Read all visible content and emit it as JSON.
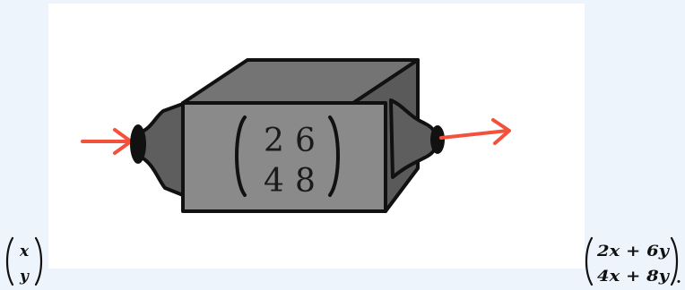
{
  "diagram": {
    "matrix": {
      "row1": [
        "2",
        "6"
      ],
      "row2": [
        "4",
        "8"
      ]
    },
    "input_vector": {
      "top": "x",
      "bottom": "y"
    },
    "output_vector": {
      "top": "2x + 6y",
      "bottom": "4x + 8y",
      "trailing": "."
    },
    "colors": {
      "box_front": "#8a8a8a",
      "box_top": "#747474",
      "box_side": "#5a5a5a",
      "funnel": "#5e5e5e",
      "arrow": "#f2513b",
      "outline": "#111111"
    }
  }
}
